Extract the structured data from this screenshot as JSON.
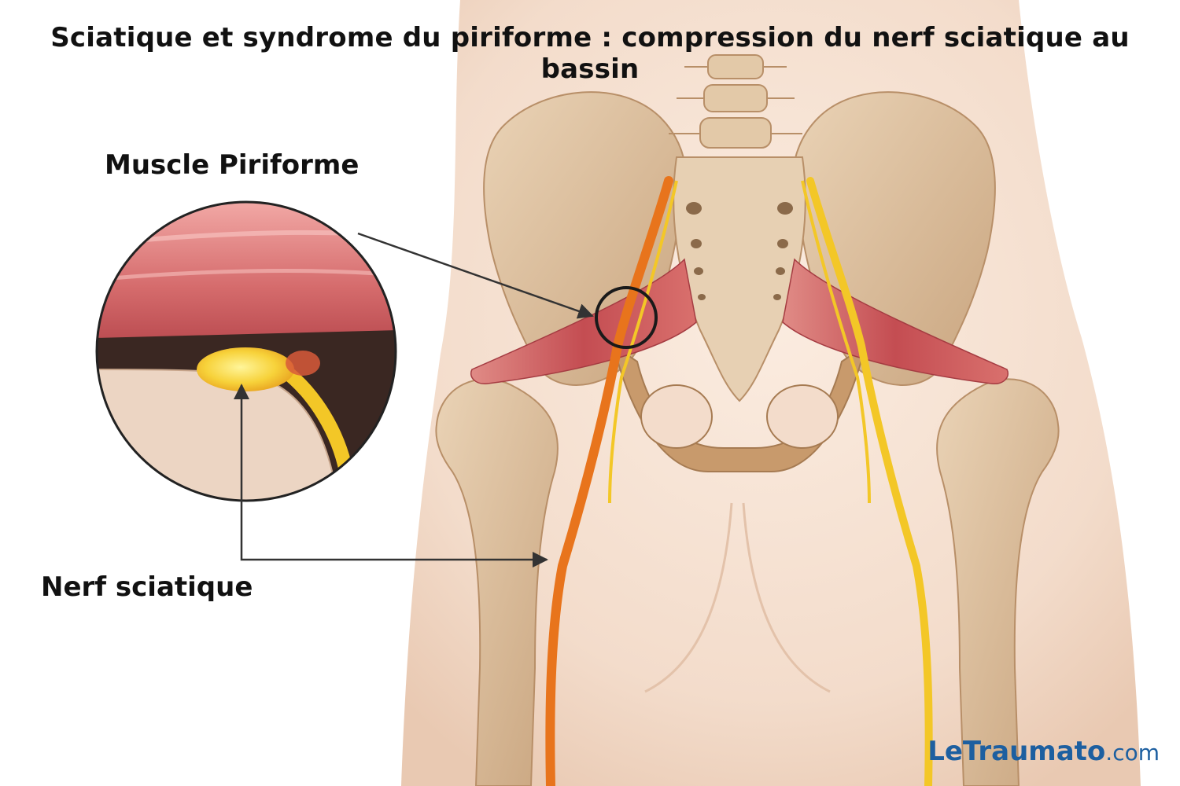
{
  "title": "Sciatique et syndrome du piriforme : compression du nerf sciatique au bassin",
  "labels": {
    "piriforme": "Muscle Piriforme",
    "nerf": "Nerf sciatique"
  },
  "watermark": {
    "brand": "LeTraumato",
    "suffix": ".com"
  },
  "colors": {
    "skin": "#f4e2d4",
    "bone": "#dcc0a0",
    "muscle": "#cc5a5c",
    "nerve_yellow": "#f3c727",
    "nerve_orange": "#e8741c",
    "brand": "#1d5fa0"
  }
}
